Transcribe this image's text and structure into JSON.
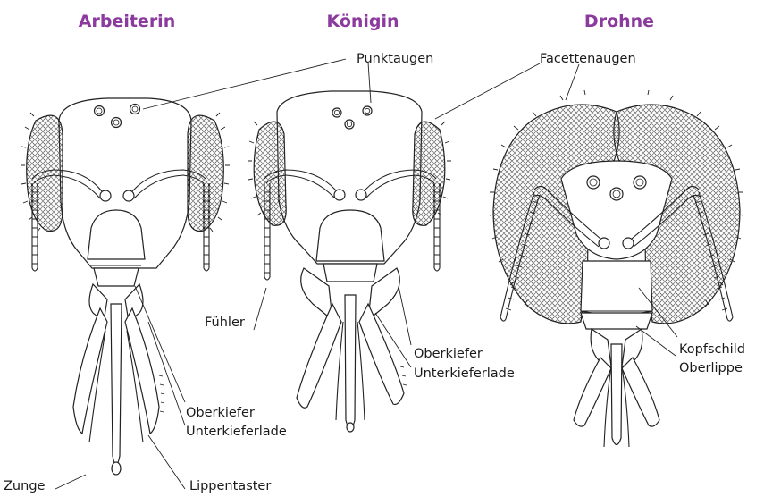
{
  "titles": {
    "worker": "Arbeiterin",
    "queen": "Königin",
    "drone": "Drohne"
  },
  "labels": {
    "punktaugen": "Punktaugen",
    "facettenaugen": "Facettenaugen",
    "fuehler": "Fühler",
    "oberkiefer_1": "Oberkiefer",
    "unterkieferlade_1": "Unterkieferlade",
    "oberkiefer_2": "Oberkiefer",
    "unterkieferlade_2": "Unterkieferlade",
    "kopfschild": "Kopfschild",
    "oberlippe": "Oberlippe",
    "zunge": "Zunge",
    "lippentaster": "Lippentaster"
  },
  "colors": {
    "title": "#8b3a9e",
    "line": "#222222"
  }
}
